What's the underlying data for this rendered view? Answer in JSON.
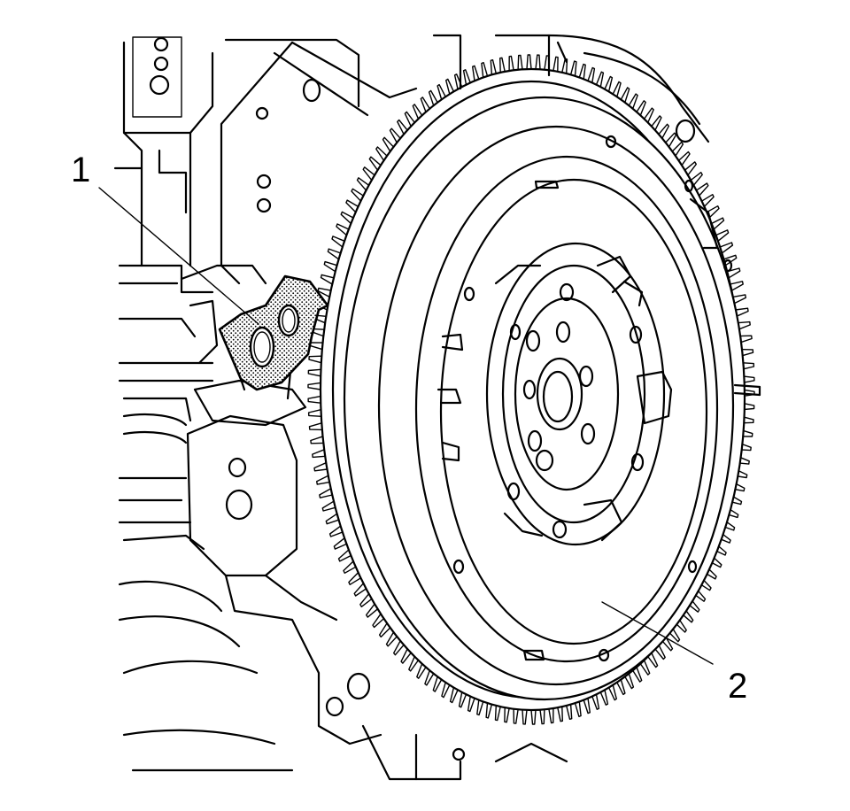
{
  "callouts": [
    {
      "label": "1",
      "part": "tool"
    },
    {
      "label": "2",
      "part": "flywheel"
    }
  ],
  "ring_gear_teeth": 150,
  "colors": {
    "line": "#000000",
    "background": "#ffffff",
    "highlight_pattern": "stipple"
  }
}
